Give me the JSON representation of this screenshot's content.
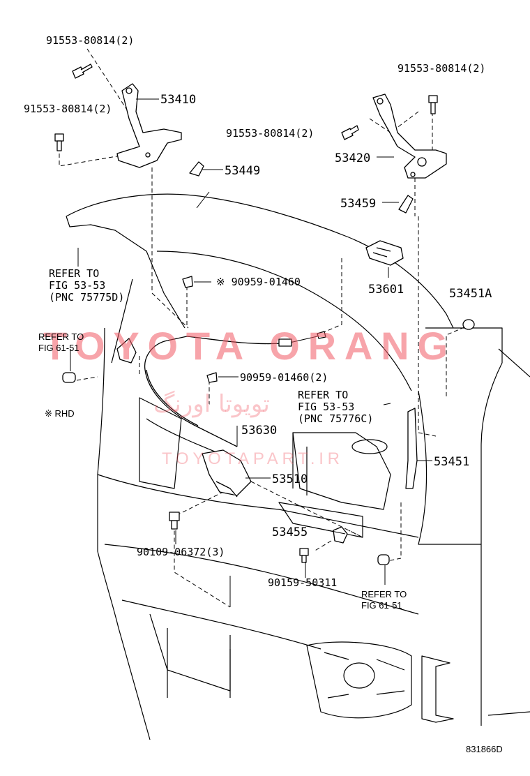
{
  "labels": {
    "bolt_top_left": "91553-80814(2)",
    "bolt_mid_left": "91553-80814(2)",
    "bolt_top_right": "91553-80814(2)",
    "bolt_mid_right": "91553-80814(2)",
    "hinge_left": "53410",
    "hinge_right": "53420",
    "clip_53449": "53449",
    "clip_53459": "53459",
    "refer_5353_a_line1": "REFER TO",
    "refer_5353_a_line2": "FIG 53-53",
    "refer_5353_a_line3": "(PNC 75775D)",
    "clamp_top": "※ 90959-01460",
    "part_53601": "53601",
    "part_53451a": "53451A",
    "refer_6151_left_line1": "REFER TO",
    "refer_6151_left_line2": "FIG  61-51",
    "clamp_mid": "90959-01460(2)",
    "refer_5353_b_line1": "REFER TO",
    "refer_5353_b_line2": "FIG 53-53",
    "refer_5353_b_line3": "(PNC 75776C)",
    "rhd_note": "※ RHD",
    "cable_53630": "53630",
    "lock_53510": "53510",
    "stay_53451": "53451",
    "part_53455": "53455",
    "bolt_90109": "90109-06372(3)",
    "bolt_90159": "90159-50311",
    "refer_6151_right_line1": "REFER TO",
    "refer_6151_right_line2": "FIG  61-51",
    "drawing_code": "831866D"
  },
  "watermark": {
    "main": "TOYOTA ORANG",
    "farsi": "تویوتا اورنگ",
    "url": "TOYOTAPART.IR",
    "color": "#f05a64"
  }
}
